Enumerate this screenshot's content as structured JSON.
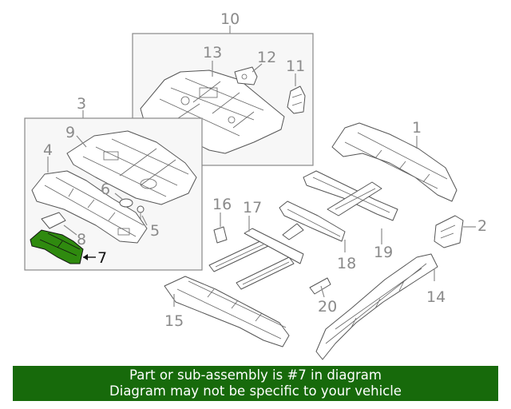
{
  "callouts": {
    "c1": "1",
    "c2": "2",
    "c3": "3",
    "c4": "4",
    "c5": "5",
    "c6": "6",
    "c7": "7",
    "c8": "8",
    "c9": "9",
    "c10": "10",
    "c11": "11",
    "c12": "12",
    "c13": "13",
    "c14": "14",
    "c15": "15",
    "c16": "16",
    "c17": "17",
    "c18": "18",
    "c19": "19",
    "c20": "20"
  },
  "highlighted_part": "7",
  "colors": {
    "highlight_fill": "#2f8a0f",
    "banner_bg": "#176a0b",
    "banner_text": "#ffffff",
    "callout_gray": "#8a8a8a"
  },
  "banner": {
    "line1": "Part or sub-assembly is #7 in diagram",
    "line2": "Diagram may not be specific to your vehicle"
  }
}
